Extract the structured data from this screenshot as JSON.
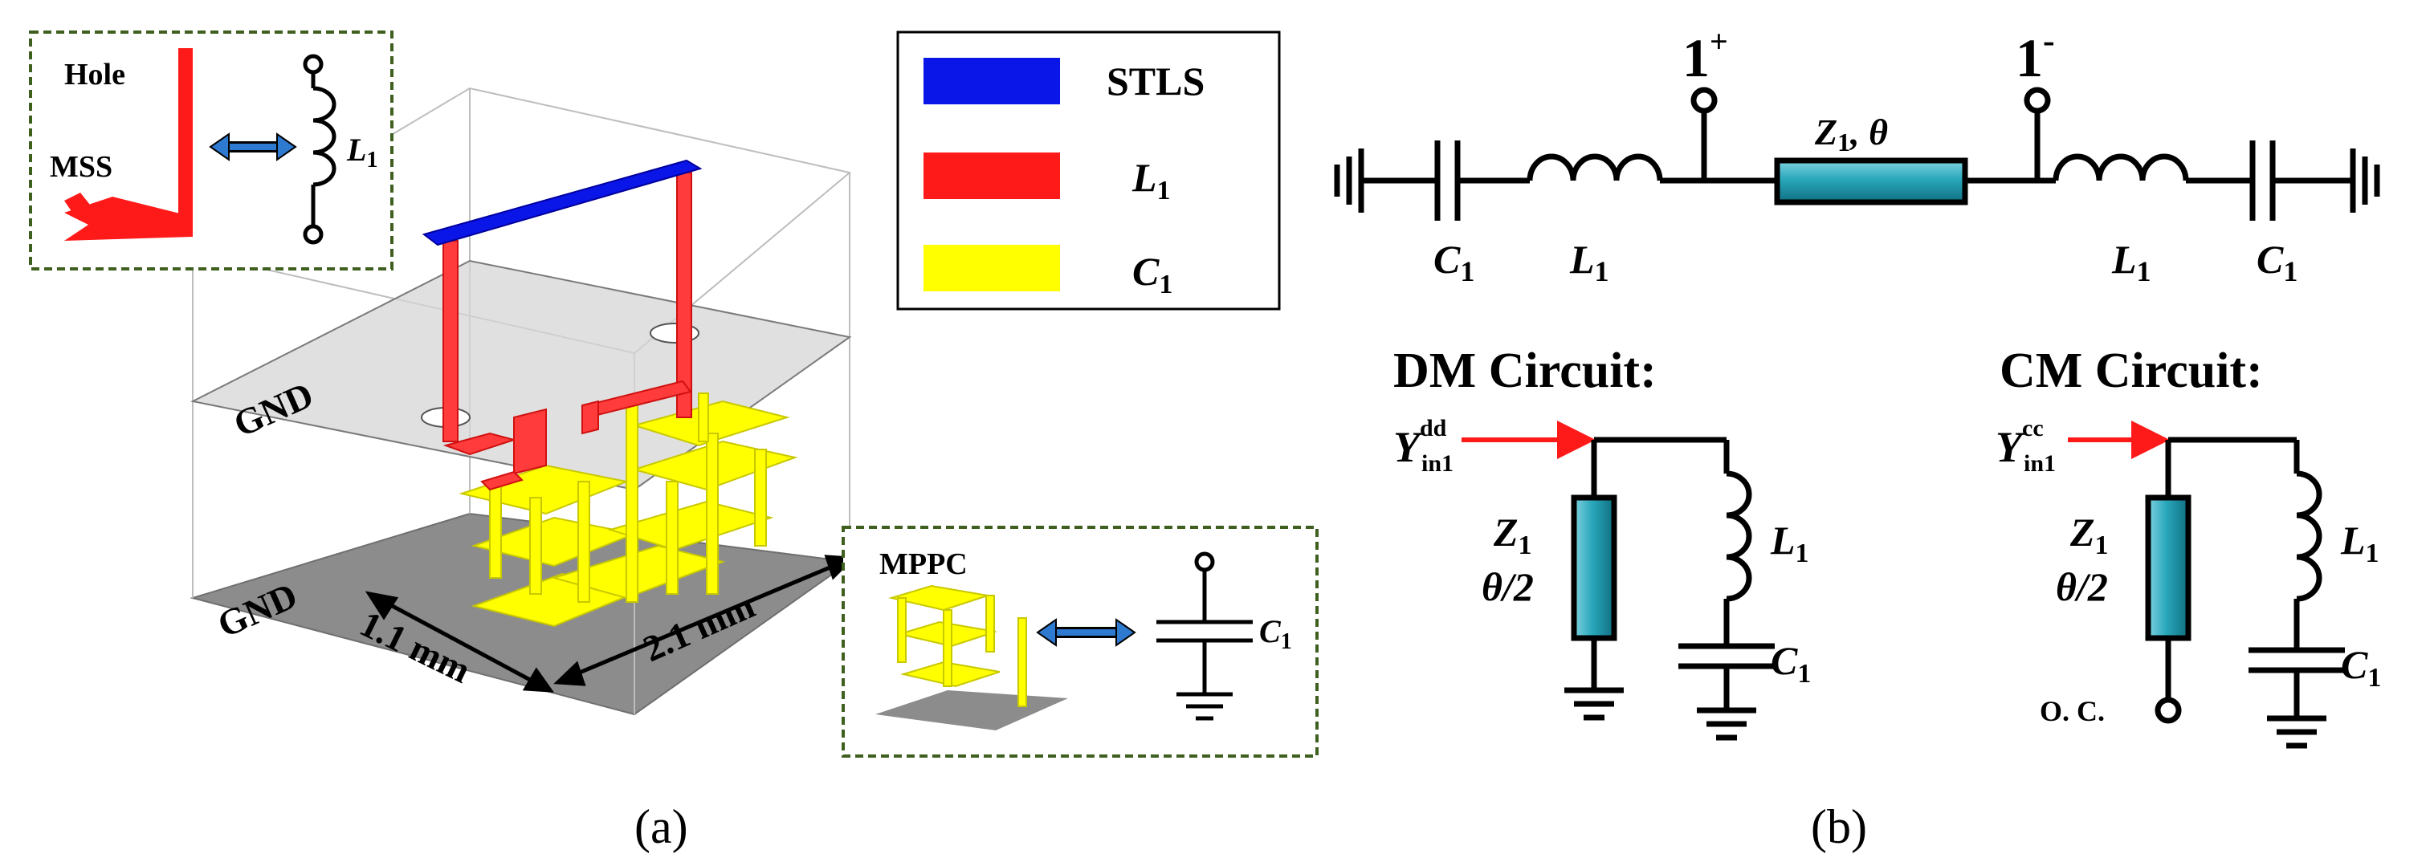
{
  "panel_a": {
    "caption": "(a)",
    "legend": [
      {
        "label": "STLS",
        "sub": "",
        "color": "#0a16e8"
      },
      {
        "label": "L",
        "sub": "1",
        "color": "#ff1a1a"
      },
      {
        "label": "C",
        "sub": "1",
        "color": "#ffff00"
      }
    ],
    "gnd_top": "GND",
    "gnd_bottom": "GND",
    "dim_width": "1.1 mm",
    "dim_length": "2.1 mm",
    "inset_inductor": {
      "hole": "Hole",
      "mss": "MSS",
      "symbol": "L",
      "symbol_sub": "1"
    },
    "inset_capacitor": {
      "mppc": "MPPC",
      "symbol": "C",
      "symbol_sub": "1"
    }
  },
  "panel_b": {
    "caption": "(b)",
    "port_plus": "1",
    "port_plus_sup": "+",
    "port_minus": "1",
    "port_minus_sup": "-",
    "tl_label": "Z",
    "tl_sub": "1",
    "tl_theta": ", θ",
    "c_left": "C",
    "c_left_sub": "1",
    "l_left": "L",
    "l_left_sub": "1",
    "l_right": "L",
    "l_right_sub": "1",
    "c_right": "C",
    "c_right_sub": "1",
    "dm": {
      "title": "DM Circuit:",
      "y": "Y",
      "y_sup": "dd",
      "y_sub": "in1",
      "z": "Z",
      "z_sub": "1",
      "theta": "θ/2",
      "l": "L",
      "l_sub": "1",
      "c": "C",
      "c_sub": "1"
    },
    "cm": {
      "title": "CM Circuit:",
      "y": "Y",
      "y_sup": "cc",
      "y_sub": "in1",
      "z": "Z",
      "z_sub": "1",
      "theta": "θ/2",
      "l": "L",
      "l_sub": "1",
      "c": "C",
      "c_sub": "1",
      "oc": "O. C."
    }
  }
}
